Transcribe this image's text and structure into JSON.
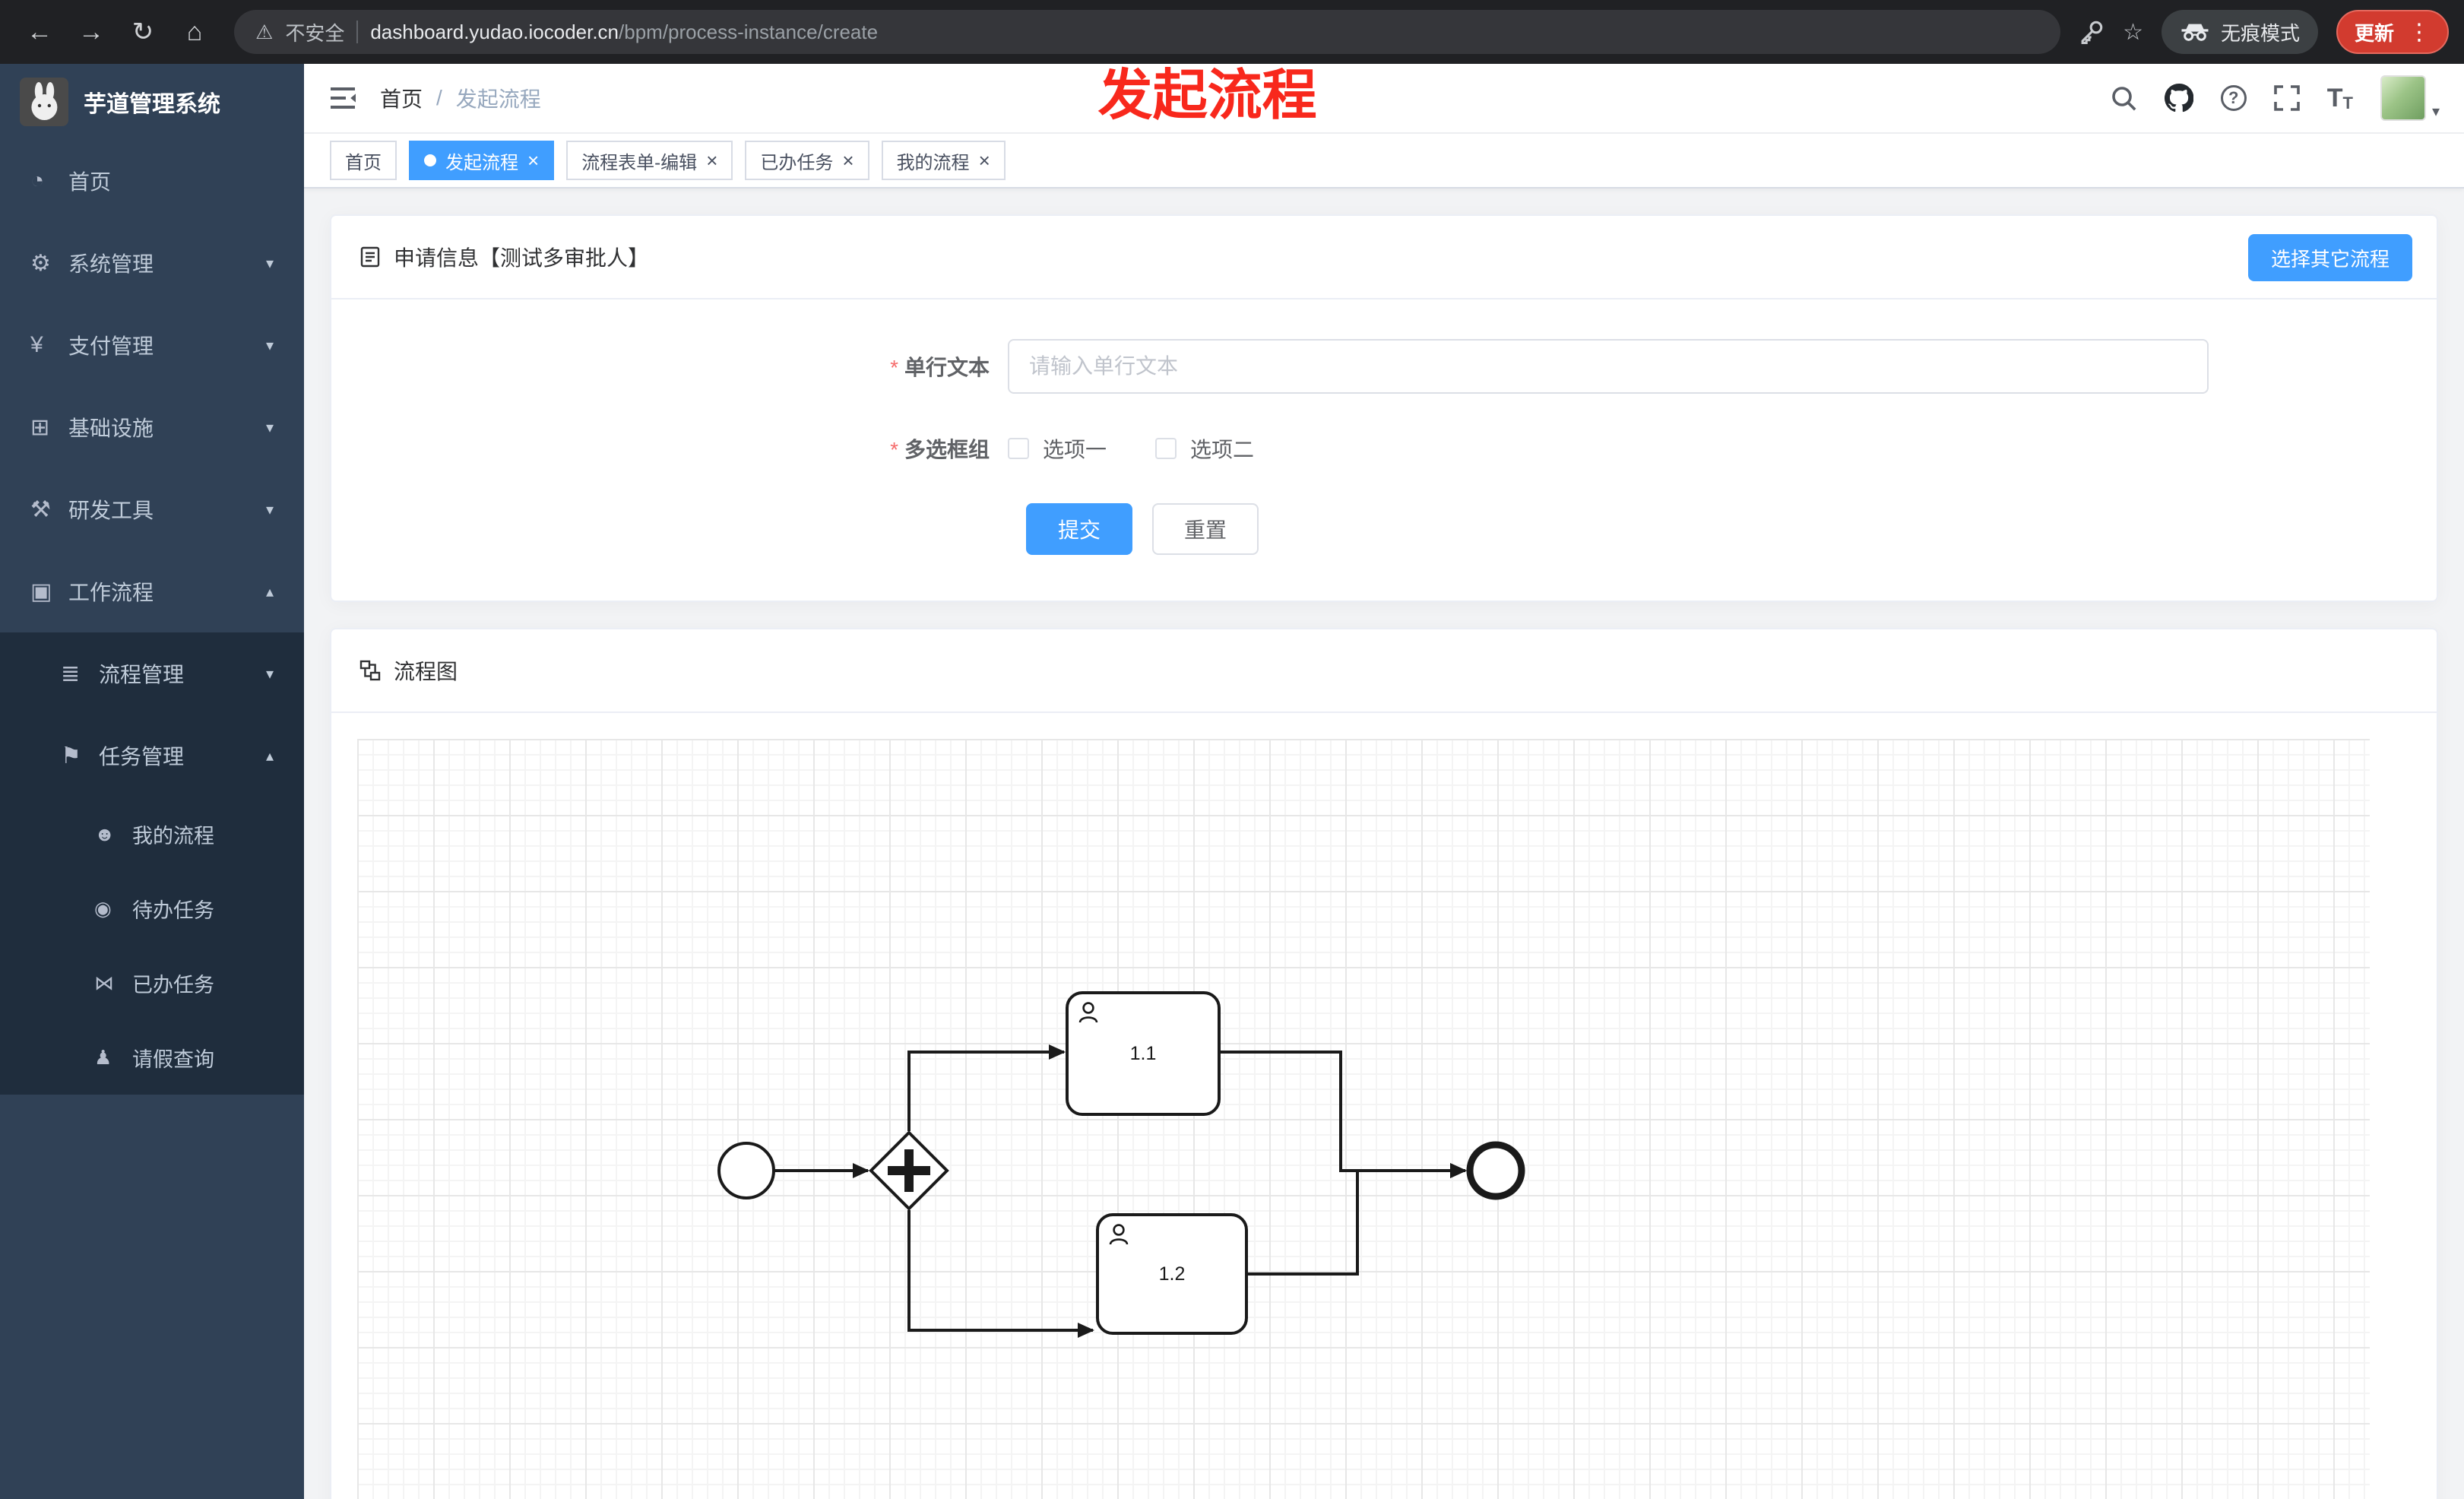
{
  "colors": {
    "accent": "#409eff",
    "danger": "#f5222d",
    "sidebar_bg": "#304156",
    "submenu_bg": "#1f2d3d"
  },
  "icons": {
    "back": "←",
    "forward": "→",
    "reload": "↻",
    "browser_home": "⌂",
    "warning": "⚠",
    "star": "☆",
    "menu_dots": "⋮",
    "caret_down": "▾",
    "close": "×",
    "active_dot": "",
    "help": "?",
    "font_size": "T"
  },
  "browser": {
    "security_label": "不安全",
    "url_domain": "dashboard.yudao.iocoder.cn",
    "url_path": "/bpm/process-instance/create",
    "incognito_label": "无痕模式",
    "update_label": "更新"
  },
  "sidebar": {
    "app_title": "芋道管理系统",
    "menu": [
      {
        "label": "首页",
        "glyph": "◔"
      },
      {
        "label": "系统管理",
        "glyph": "⚙",
        "arrow": "▾"
      },
      {
        "label": "支付管理",
        "glyph": "¥",
        "arrow": "▾"
      },
      {
        "label": "基础设施",
        "glyph": "⊞",
        "arrow": "▾"
      },
      {
        "label": "研发工具",
        "glyph": "⚒",
        "arrow": "▾"
      },
      {
        "label": "工作流程",
        "glyph": "▣",
        "arrow": "▴"
      }
    ],
    "workflow_children": [
      {
        "label": "流程管理",
        "glyph": "≣",
        "arrow": "▾"
      },
      {
        "label": "任务管理",
        "glyph": "⚑",
        "arrow": "▴"
      }
    ],
    "task_children": [
      {
        "label": "我的流程",
        "glyph": "☻"
      },
      {
        "label": "待办任务",
        "glyph": "◉"
      },
      {
        "label": "已办任务",
        "glyph": "⋈"
      },
      {
        "label": "请假查询",
        "glyph": "♟"
      }
    ]
  },
  "header": {
    "breadcrumb_home": "首页",
    "breadcrumb_sep": "/",
    "breadcrumb_current": "发起流程"
  },
  "overlay_title": "发起流程",
  "tabs": [
    {
      "label": "首页"
    },
    {
      "label": "发起流程"
    },
    {
      "label": "流程表单-编辑"
    },
    {
      "label": "已办任务"
    },
    {
      "label": "我的流程"
    }
  ],
  "form_card": {
    "title": "申请信息【测试多审批人】",
    "select_other_button": "选择其它流程",
    "text_field": {
      "required_mark": "*",
      "label": "单行文本",
      "placeholder": "请输入单行文本"
    },
    "checkbox_group": {
      "required_mark": "*",
      "label": "多选框组",
      "options": [
        "选项一",
        "选项二"
      ]
    },
    "submit_label": "提交",
    "reset_label": "重置"
  },
  "diagram_card": {
    "title": "流程图",
    "nodes": {
      "task1": "1.1",
      "task2": "1.2"
    }
  }
}
